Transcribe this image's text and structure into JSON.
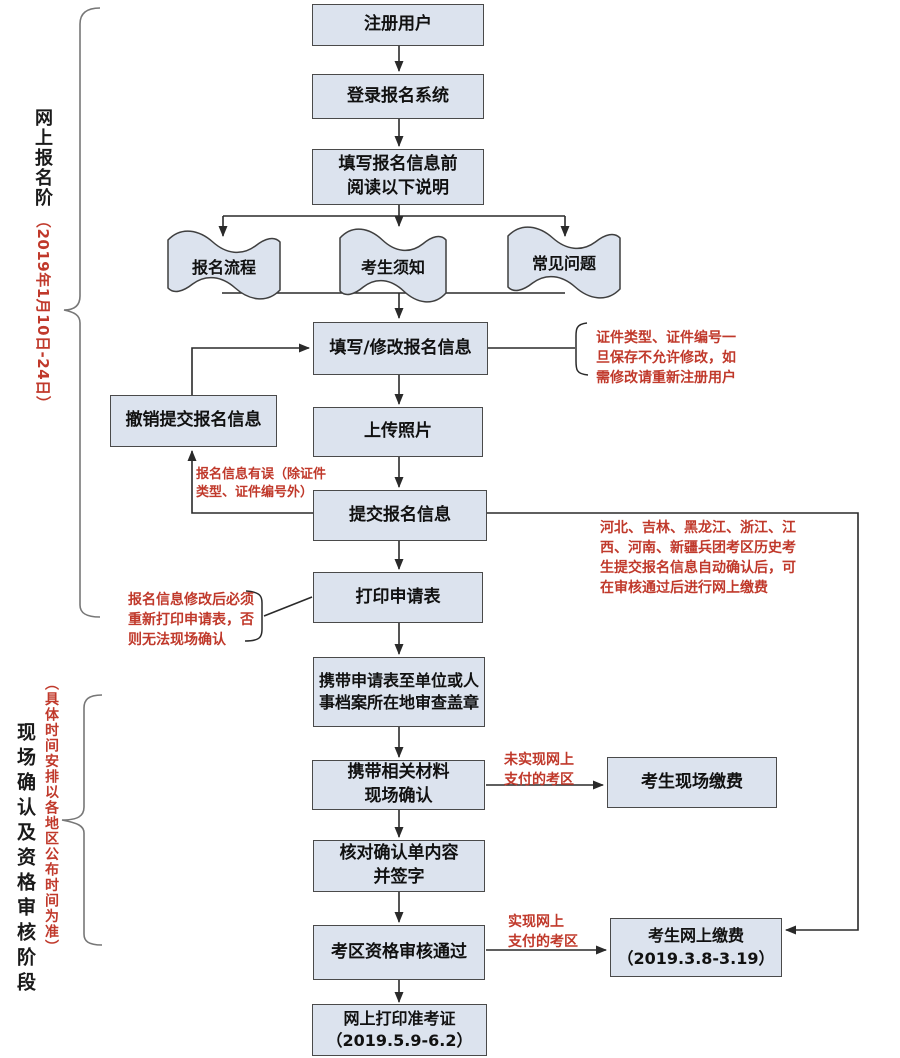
{
  "stages": {
    "online": {
      "label": "网上报名阶",
      "dates": "（2019年1月10日-24日）"
    },
    "onsite": {
      "label": "现场确认及资格审核阶段",
      "note": "（具体时间安排以各地区公布时间为准）"
    }
  },
  "nodes": {
    "register": "注册用户",
    "login": "登录报名系统",
    "read_notice": "填写报名信息前\n阅读以下说明",
    "doc_flow": "报名流程",
    "doc_notice": "考生须知",
    "doc_faq": "常见问题",
    "fill_modify": "填写/修改报名信息",
    "cancel_submit": "撤销提交报名信息",
    "upload_photo": "上传照片",
    "submit_info": "提交报名信息",
    "print_form": "打印申请表",
    "stamp": "携带申请表至单位或人\n事档案所在地审查盖章",
    "onsite_confirm": "携带相关材料\n现场确认",
    "onsite_pay": "考生现场缴费",
    "check_sign": "核对确认单内容\n并签字",
    "qualification": "考区资格审核通过",
    "online_pay": "考生网上缴费\n（2019.3.8-3.19）",
    "print_ticket": "网上打印准考证\n（2019.5.9-6.2）"
  },
  "annotations": {
    "cert_rule": "证件类型、证件编号一\n旦保存不允许修改，如\n需修改请重新注册用户",
    "info_error": "报名信息有误（除证件\n类型、证件编号外）",
    "auto_confirm": "河北、吉林、黑龙江、浙江、江\n西、河南、新疆兵团考区历史考\n生提交报名信息自动确认后，可\n在审核通过后进行网上缴费",
    "reprint": "报名信息修改后必须\n重新打印申请表，否\n则无法现场确认",
    "pay_offline": "未实现网上\n支付的考区",
    "pay_online": "实现网上\n支付的考区"
  },
  "colors": {
    "node_fill": "#dce3ee",
    "node_border": "#4a4a4a",
    "line": "#2a2a2a",
    "annotation_red": "#c0392b",
    "brace_gray": "#777777"
  }
}
